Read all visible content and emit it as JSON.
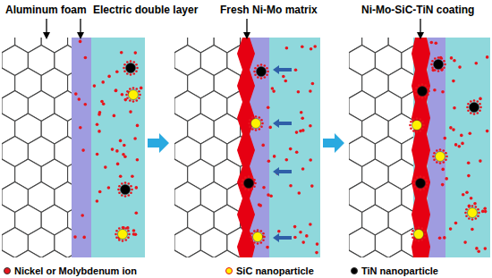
{
  "diagram": {
    "labels": [
      "Aluminum foam",
      "Electric double layer",
      "Fresh Ni-Mo matrix",
      "Ni-Mo-SiC-TiN coating"
    ],
    "legend": [
      {
        "text": "Nickel or Molybdenum ion",
        "color": "#e8141c"
      },
      {
        "text": "SiC nanoparticle",
        "color": "#fff200"
      },
      {
        "text": "TiN nanoparticle",
        "color": "#000000"
      }
    ]
  }
}
